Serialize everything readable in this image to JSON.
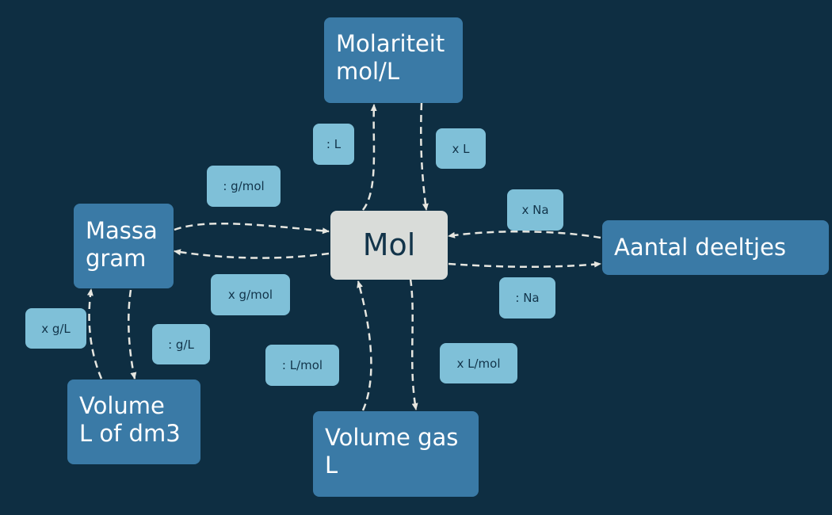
{
  "nodes": {
    "molariteit": {
      "line1": "Molariteit",
      "line2": "mol/L"
    },
    "massa": {
      "line1": "Massa",
      "line2": "gram"
    },
    "mol": {
      "line1": "Mol"
    },
    "aantal": {
      "line1": "Aantal deeltjes"
    },
    "volume": {
      "line1": "Volume",
      "line2": "L of dm3"
    },
    "volume_gas": {
      "line1": "Volume gas",
      "line2": "L"
    }
  },
  "edge_labels": {
    "div_l": ": L",
    "times_l": "x L",
    "div_gmol": ": g/mol",
    "times_na": "x Na",
    "times_gmol": "x g/mol",
    "div_na": ": Na",
    "times_gl": "x g/L",
    "div_gl": ": g/L",
    "div_lmol": ": L/mol",
    "times_lmol": "x L/mol"
  },
  "colors": {
    "background": "#0e2e42",
    "node": "#3a7aa6",
    "center_node": "#d9dcd9",
    "label": "#7fc0d8",
    "arrow": "#e6e6e0"
  }
}
